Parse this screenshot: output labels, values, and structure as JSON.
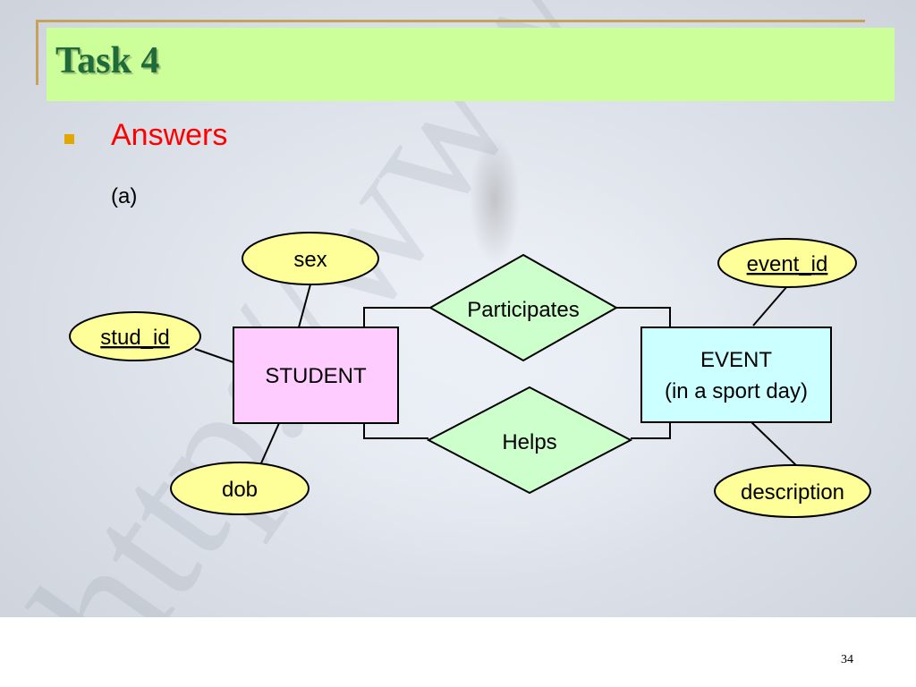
{
  "slide": {
    "title": "Task 4",
    "heading": "Answers",
    "sub_label": "(a)",
    "page_number": "34",
    "watermark": "http://www"
  },
  "diagram": {
    "entities": {
      "student": "STUDENT",
      "event_line1": "EVENT",
      "event_line2": "(in a sport day)"
    },
    "relationships": {
      "participates": "Participates",
      "helps": "Helps"
    },
    "attributes": {
      "sex": "sex",
      "stud_id": "stud_id",
      "dob": "dob",
      "event_id": "event_id",
      "description": "description"
    },
    "key_attributes": [
      "stud_id",
      "event_id"
    ]
  },
  "colors": {
    "title_bg": "#ccff99",
    "title_text": "#1f6a3a",
    "heading": "#ff0000",
    "bullet": "#e0a800",
    "attribute_fill": "#ffff99",
    "student_fill": "#ffccff",
    "event_fill": "#ccffff",
    "relationship_fill": "#ccffcc"
  }
}
